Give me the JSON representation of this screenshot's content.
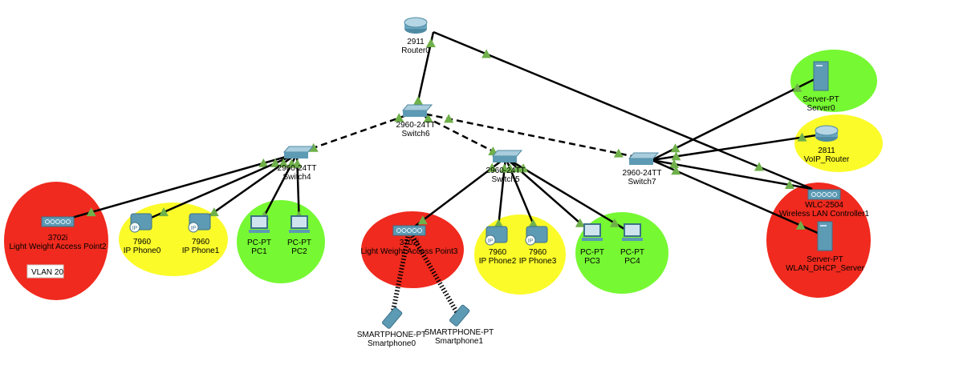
{
  "colors": {
    "red_zone": "#f02a1e",
    "yellow_zone": "#fbfb2a",
    "green_zone": "#76f832",
    "link": "#000000",
    "port_up": "#6fb04a",
    "device": "#5d9ab4"
  },
  "zones": [
    {
      "id": "z-red-1",
      "color": "red"
    },
    {
      "id": "z-yellow-1",
      "color": "yellow"
    },
    {
      "id": "z-green-1",
      "color": "green"
    },
    {
      "id": "z-red-2",
      "color": "red"
    },
    {
      "id": "z-yellow-2",
      "color": "yellow"
    },
    {
      "id": "z-green-2",
      "color": "green"
    },
    {
      "id": "z-green-3",
      "color": "green"
    },
    {
      "id": "z-yellow-3",
      "color": "yellow"
    },
    {
      "id": "z-red-3",
      "color": "red"
    }
  ],
  "vlan_note": "VLAN 20",
  "nodes": [
    {
      "id": "router0",
      "type": "router",
      "model": "2911",
      "name": "Router0"
    },
    {
      "id": "switch6",
      "type": "switch",
      "model": "2960-24TT",
      "name": "Switch6"
    },
    {
      "id": "switch4",
      "type": "switch",
      "model": "2960-24TT",
      "name": "Switch4"
    },
    {
      "id": "switch5",
      "type": "switch",
      "model": "2960-24TT",
      "name": "Switch5"
    },
    {
      "id": "switch7",
      "type": "switch",
      "model": "2960-24TT",
      "name": "Switch7"
    },
    {
      "id": "ap2",
      "type": "ap",
      "model": "3702i",
      "name": "Light Weight Access Point2"
    },
    {
      "id": "phone0",
      "type": "phone",
      "model": "7960",
      "name": "IP Phone0"
    },
    {
      "id": "phone1",
      "type": "phone",
      "model": "7960",
      "name": "IP Phone1"
    },
    {
      "id": "pc1",
      "type": "pc",
      "model": "PC-PT",
      "name": "PC1"
    },
    {
      "id": "pc2",
      "type": "pc",
      "model": "PC-PT",
      "name": "PC2"
    },
    {
      "id": "ap3",
      "type": "ap",
      "model": "3702i",
      "name": "Light Weight Access Point3"
    },
    {
      "id": "phone2",
      "type": "phone",
      "model": "7960",
      "name": "IP Phone2"
    },
    {
      "id": "phone3",
      "type": "phone",
      "model": "7960",
      "name": "IP Phone3"
    },
    {
      "id": "pc3",
      "type": "pc",
      "model": "PC-PT",
      "name": "PC3"
    },
    {
      "id": "pc4",
      "type": "pc",
      "model": "PC-PT",
      "name": "PC4"
    },
    {
      "id": "smart0",
      "type": "smartphone",
      "model": "SMARTPHONE-PT",
      "name": "Smartphone0"
    },
    {
      "id": "smart1",
      "type": "smartphone",
      "model": "SMARTPHONE-PT",
      "name": "Smartphone1"
    },
    {
      "id": "server0",
      "type": "server",
      "model": "Server-PT",
      "name": "Server0"
    },
    {
      "id": "voip",
      "type": "router",
      "model": "2811",
      "name": "VoIP_Router"
    },
    {
      "id": "wlc",
      "type": "wlc",
      "model": "WLC-2504",
      "name": "Wireless LAN Controller1"
    },
    {
      "id": "dhcp",
      "type": "server",
      "model": "Server-PT",
      "name": "WLAN_DHCP_Server"
    }
  ],
  "links": [
    {
      "from": "router0",
      "to": "switch6",
      "style": "solid"
    },
    {
      "from": "router0",
      "to": "wlc",
      "style": "solid"
    },
    {
      "from": "switch6",
      "to": "switch4",
      "style": "dashed"
    },
    {
      "from": "switch6",
      "to": "switch5",
      "style": "dashed"
    },
    {
      "from": "switch6",
      "to": "switch7",
      "style": "dashed"
    },
    {
      "from": "switch4",
      "to": "ap2",
      "style": "solid"
    },
    {
      "from": "switch4",
      "to": "phone0",
      "style": "solid"
    },
    {
      "from": "switch4",
      "to": "phone1",
      "style": "solid"
    },
    {
      "from": "switch4",
      "to": "pc1",
      "style": "solid"
    },
    {
      "from": "switch4",
      "to": "pc2",
      "style": "solid"
    },
    {
      "from": "switch5",
      "to": "ap3",
      "style": "solid"
    },
    {
      "from": "switch5",
      "to": "phone2",
      "style": "solid"
    },
    {
      "from": "switch5",
      "to": "phone3",
      "style": "solid"
    },
    {
      "from": "switch5",
      "to": "pc3",
      "style": "solid"
    },
    {
      "from": "switch5",
      "to": "pc4",
      "style": "solid"
    },
    {
      "from": "switch7",
      "to": "server0",
      "style": "solid"
    },
    {
      "from": "switch7",
      "to": "voip",
      "style": "solid"
    },
    {
      "from": "switch7",
      "to": "wlc",
      "style": "solid"
    },
    {
      "from": "switch7",
      "to": "dhcp",
      "style": "solid"
    },
    {
      "from": "ap3",
      "to": "smart0",
      "style": "wireless"
    },
    {
      "from": "ap3",
      "to": "smart1",
      "style": "wireless"
    }
  ]
}
